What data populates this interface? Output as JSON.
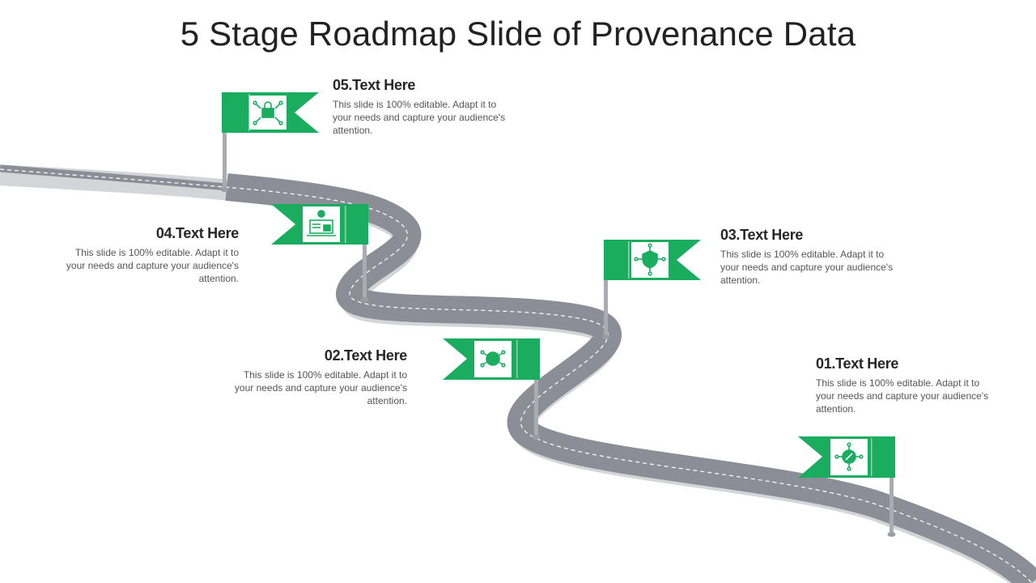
{
  "title": "5 Stage Roadmap Slide of Provenance Data",
  "colors": {
    "flag": "#1aad5f",
    "road": "#8b8e96",
    "road_shadow": "#d4d5d8",
    "road_dash": "#ffffff",
    "pole": "#a9adb3"
  },
  "stages": [
    {
      "heading": "01.Text Here",
      "description": "This slide is 100% editable. Adapt it to your needs and capture your audience's attention.",
      "icon": "gear-network-icon"
    },
    {
      "heading": "02.Text Here",
      "description": "This slide is 100% editable. Adapt it to your needs and capture your audience's attention.",
      "icon": "shield-network-icon"
    },
    {
      "heading": "03.Text Here",
      "description": "This slide is 100% editable. Adapt it to your needs and capture your audience's attention.",
      "icon": "shield-network-icon"
    },
    {
      "heading": "04.Text Here",
      "description": "This slide is 100% editable. Adapt it to your needs and capture your audience's attention.",
      "icon": "laptop-lock-icon"
    },
    {
      "heading": "05.Text Here",
      "description": "This slide is 100% editable. Adapt it to your needs and capture your audience's attention.",
      "icon": "lock-circuit-icon"
    }
  ]
}
